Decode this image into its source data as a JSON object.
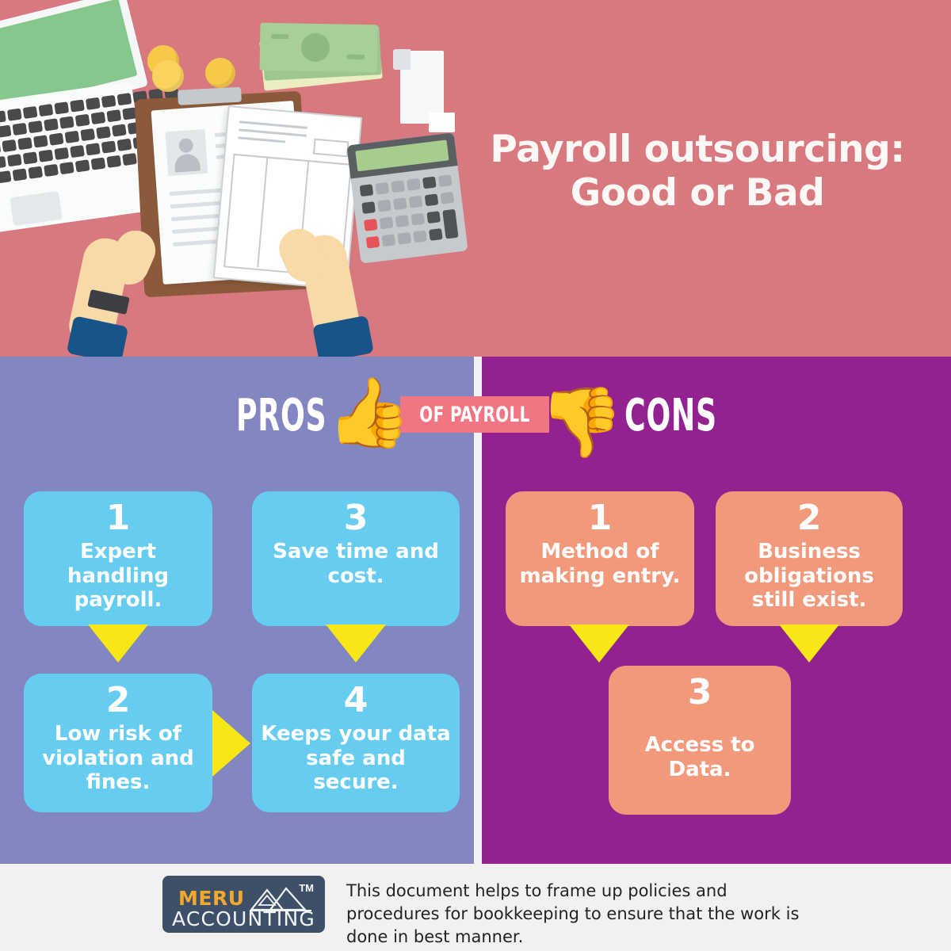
{
  "header": {
    "title_line1": "Payroll outsourcing:",
    "title_line2": "Good or Bad",
    "background_color": "#d8787f",
    "illustration": {
      "items": [
        "laptop-illustration",
        "smartphone-illustration",
        "gold-coins-illustration",
        "cash-money-illustration",
        "receipt-paper-illustration",
        "clipboard-illustration",
        "resume-document-illustration",
        "payroll-form-illustration",
        "calculator-illustration",
        "hands-illustration"
      ]
    }
  },
  "banner": {
    "pros_label": "PROS",
    "cons_label": "CONS",
    "center_label": "OF PAYROLL",
    "thumbs_up_icon": "👍",
    "thumbs_down_icon": "👎",
    "strip_color": "#f07683"
  },
  "pros": {
    "pane_color": "#8287c1",
    "card_color": "#67cdf0",
    "items": [
      {
        "number": "1",
        "text": "Expert handling payroll."
      },
      {
        "number": "2",
        "text": "Low risk of violation and fines."
      },
      {
        "number": "3",
        "text": "Save time and cost."
      },
      {
        "number": "4",
        "text": "Keeps your data safe and secure."
      }
    ]
  },
  "cons": {
    "pane_color": "#92228f",
    "card_color": "#f2997c",
    "items": [
      {
        "number": "1",
        "text": "Method of making entry."
      },
      {
        "number": "2",
        "text": "Business obligations still exist."
      },
      {
        "number": "3",
        "text": "Access to Data."
      }
    ]
  },
  "arrows": {
    "color": "#f7e716"
  },
  "footer": {
    "logo": {
      "brand_top": "MERU",
      "brand_bottom": "ACCOUNTING",
      "trademark": "TM",
      "box_color": "#3e5068",
      "brand_top_color": "#f0a92c",
      "mountain_icon": "mountain-peaks-icon"
    },
    "description_line1": "This document helps to frame up policies and procedures for",
    "description_line2": "bookkeeping to ensure that the work is done in best manner.",
    "background_color": "#f2f1f0"
  }
}
